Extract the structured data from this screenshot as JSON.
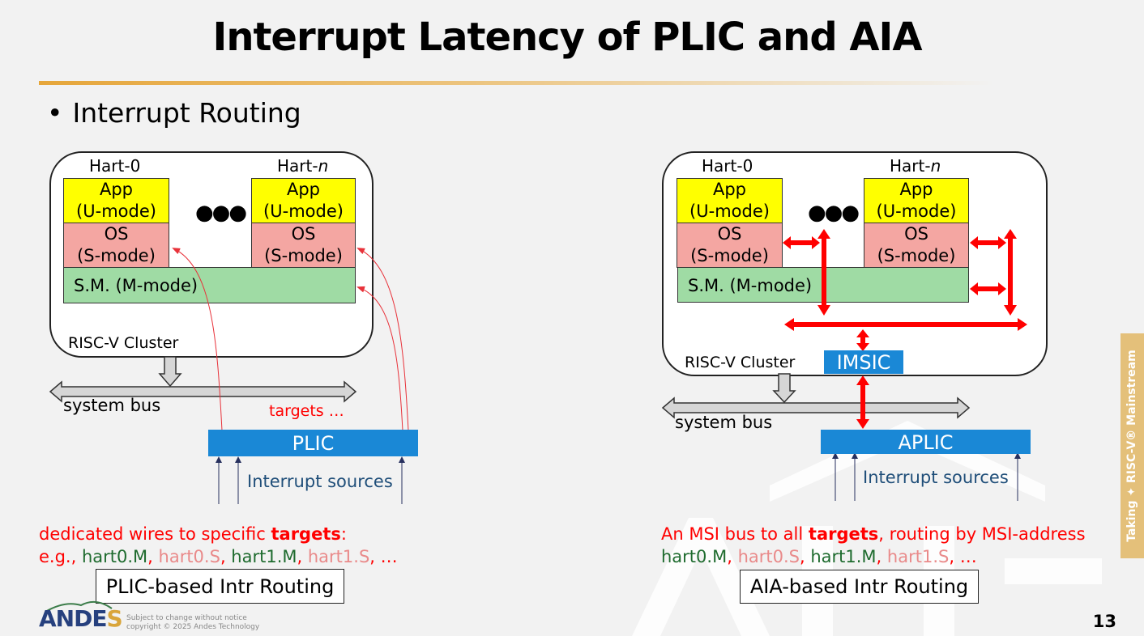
{
  "slide": {
    "title": "Interrupt Latency of PLIC and AIA",
    "bullet": "Interrupt Routing",
    "page_number": "13",
    "side_tab": "Taking ✦ RISC-V® Mainstream",
    "logo_text_main": "ANDE",
    "logo_text_s": "S",
    "footer_line1": "Subject to change without notice",
    "footer_line2": "copyright © 2025 Andes Technology"
  },
  "colors": {
    "title_rule": "#e6a63a",
    "app_mode": "#ffff00",
    "os_mode": "#f4a6a2",
    "m_mode": "#9fdba4",
    "controller_blue": "#1a88d6",
    "msi_red": "#ff0000",
    "hart_m_green": "#1e6b2e",
    "hart_s_pink": "#e98a8a",
    "side_tab": "#e4c07a",
    "logo_blue": "#26407e"
  },
  "left": {
    "hart0_label": "Hart-0",
    "hartn_label_prefix": "Hart-",
    "hartn_label_var": "n",
    "app_line1": "App",
    "app_line2": "(U-mode)",
    "os_line1": "OS",
    "os_line2": "(S-mode)",
    "sm_label": "S.M. (M-mode)",
    "ellipsis": "●●●",
    "cluster_label": "RISC-V Cluster",
    "bus_label": "system bus",
    "targets_label": "targets …",
    "controller": "PLIC",
    "sources_label": "Interrupt sources",
    "note_line1_a": "dedicated wires to specific ",
    "note_line1_b": "targets",
    "note_line1_c": ":",
    "note_line2_prefix": "e.g., ",
    "targets": [
      {
        "text": "hart0.M",
        "mode": "M"
      },
      {
        "text": "hart0.S",
        "mode": "S"
      },
      {
        "text": "hart1.M",
        "mode": "M"
      },
      {
        "text": "hart1.S",
        "mode": "S"
      }
    ],
    "targets_tail": "…",
    "caption": "PLIC-based Intr Routing"
  },
  "right": {
    "hart0_label": "Hart-0",
    "hartn_label_prefix": "Hart-",
    "hartn_label_var": "n",
    "app_line1": "App",
    "app_line2": "(U-mode)",
    "os_line1": "OS",
    "os_line2": "(S-mode)",
    "sm_label": "S.M. (M-mode)",
    "ellipsis": "●●●",
    "cluster_label": "RISC-V Cluster",
    "msi_controller": "IMSIC",
    "bus_label": "system bus",
    "controller": "APLIC",
    "sources_label": "Interrupt sources",
    "note_line1_a": "An MSI bus to all ",
    "note_line1_b": "targets",
    "note_line1_c": ", routing by MSI-address",
    "targets": [
      {
        "text": "hart0.M",
        "mode": "M"
      },
      {
        "text": "hart0.S",
        "mode": "S"
      },
      {
        "text": "hart1.M",
        "mode": "M"
      },
      {
        "text": "hart1.S",
        "mode": "S"
      }
    ],
    "targets_tail": "…",
    "caption": "AIA-based Intr Routing"
  }
}
